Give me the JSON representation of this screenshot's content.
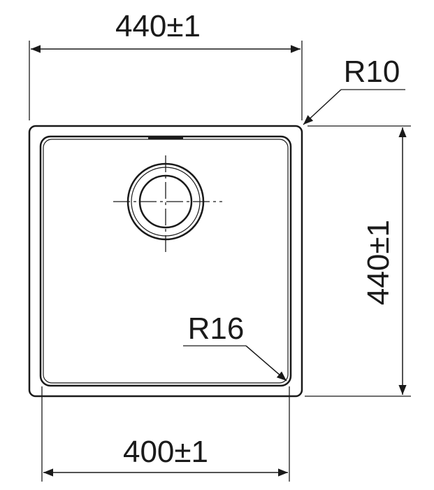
{
  "dimensions": {
    "top_width": "440±1",
    "right_height": "440±1",
    "bottom_width": "400±1",
    "outer_radius": "R10",
    "inner_radius": "R16"
  }
}
